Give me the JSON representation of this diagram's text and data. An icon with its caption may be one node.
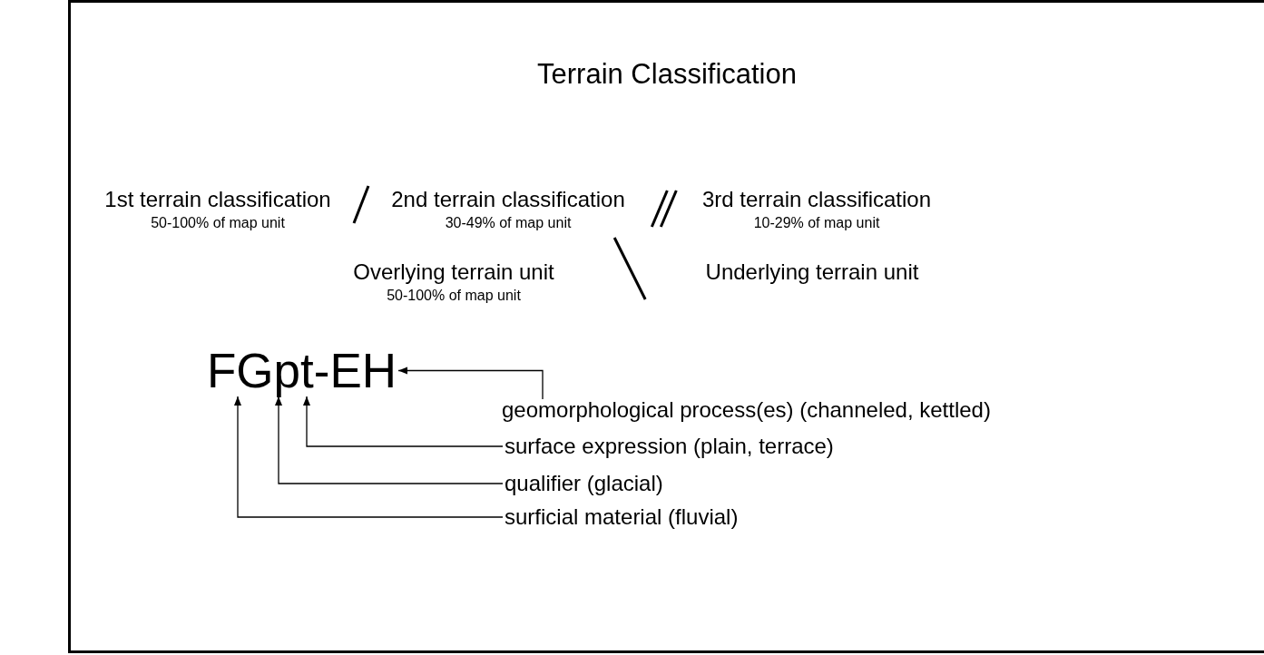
{
  "diagram": {
    "title": "Terrain Classification",
    "nodes": [
      {
        "text": [
          "FGpt-EH"
        ]
      },
      {
        "text": [
          "geomorphological process(es) (channeled, kettled)"
        ]
      },
      {
        "text": [
          "surface expression (plain, terrace)"
        ]
      },
      {
        "text": [
          "qualifier (glacial)"
        ]
      },
      {
        "text": [
          "surficial material (fluvial)"
        ]
      }
    ],
    "edges": [
      {
        "from": 1,
        "to": 0,
        "arrow": "to"
      },
      {
        "from": 2,
        "to": 0,
        "arrow": "to"
      },
      {
        "from": 3,
        "to": 0,
        "arrow": "to"
      },
      {
        "from": 4,
        "to": 0,
        "arrow": "to"
      }
    ],
    "labels": [
      "1st terrain classification",
      "50-100% of map unit",
      "2nd terrain classification",
      "30-49% of map unit",
      "3rd terrain classification",
      "10-29% of map unit",
      "Overlying terrain unit",
      "50-100% of map unit",
      "Underlying terrain unit"
    ]
  }
}
